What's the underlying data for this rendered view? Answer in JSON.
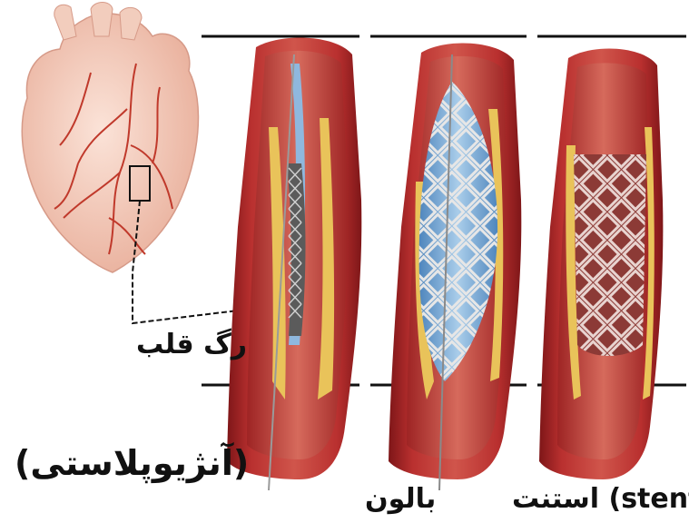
{
  "labels": {
    "artery": "رگ قلب",
    "procedure": "(آنژیوپلاستی)",
    "balloon": "بالون",
    "stent": "(stent) استنت"
  },
  "icons": {
    "heart": "heart-illustration-icon",
    "artery_stage_1": "artery-catheter-icon",
    "artery_stage_2": "artery-balloon-inflated-icon",
    "artery_stage_3": "artery-stent-placed-icon"
  },
  "colors": {
    "artery_wall": "#a9282c",
    "artery_inner": "#c94a43",
    "plaque": "#e9c35a",
    "balloon": "#7fb2dc",
    "stent": "#d9d9d9",
    "heart": "#f1c4b4",
    "heart_vessels": "#c0392b",
    "lines": "#111111"
  }
}
